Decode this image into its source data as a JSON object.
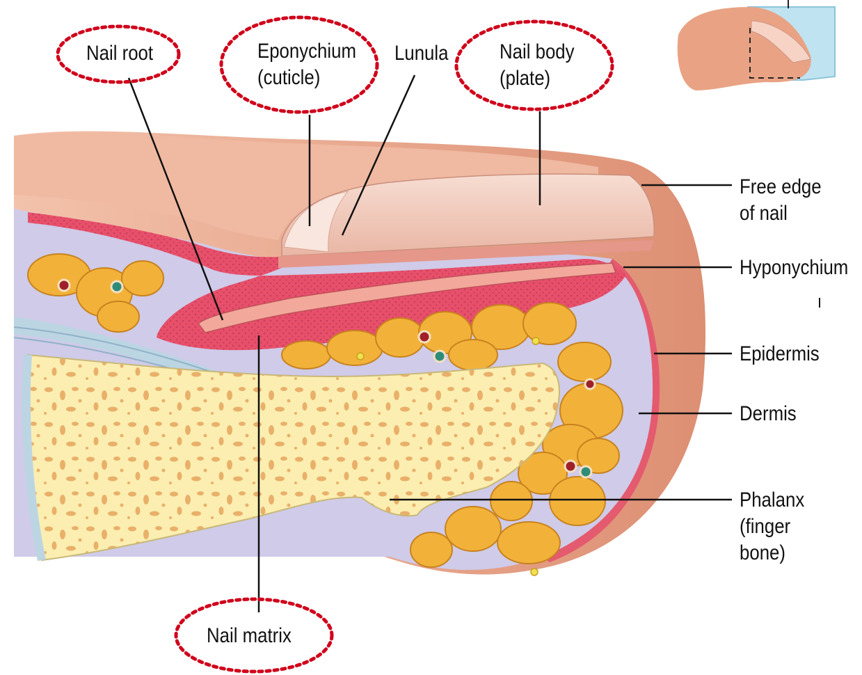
{
  "labels": {
    "nail_root": "Nail root",
    "eponychium": "Eponychium\n(cuticle)",
    "lunula": "Lunula",
    "nail_body": "Nail body\n(plate)",
    "free_edge": "Free edge\nof nail",
    "hyponychium": "Hyponychium",
    "epidermis": "Epidermis",
    "dermis": "Dermis",
    "phalanx": "Phalanx\n(finger\nbone)",
    "nail_matrix": "Nail matrix"
  },
  "colors": {
    "highlight_ring": "#d0021b",
    "leader_line": "#111111",
    "skin": "#e8a890",
    "nail_plate": "#f1cbbd",
    "matrix": "#e8506a",
    "dermis": "#c9c4e6",
    "fat": "#f2b23a",
    "bone": "#fbeeb0",
    "inset_box": "#bfe3f0"
  }
}
